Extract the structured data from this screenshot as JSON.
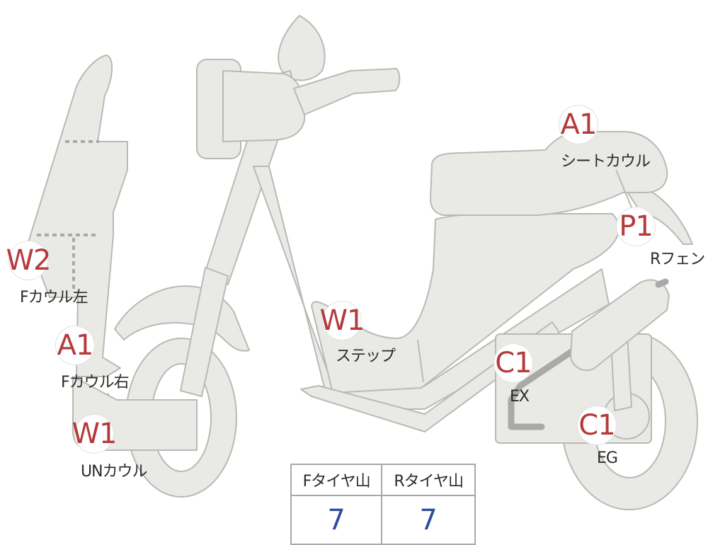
{
  "markers": [
    {
      "id": "w2-fcowl-left",
      "code": "W2",
      "label": "Fカウル左"
    },
    {
      "id": "a1-fcowl-right",
      "code": "A1",
      "label": "Fカウル右"
    },
    {
      "id": "w1-uncowl",
      "code": "W1",
      "label": "UNカウル"
    },
    {
      "id": "w1-step",
      "code": "W1",
      "label": "ステップ"
    },
    {
      "id": "a1-seat-cowl",
      "code": "A1",
      "label": "シートカウル"
    },
    {
      "id": "p1-rfender",
      "code": "P1",
      "label": "Rフェン"
    },
    {
      "id": "c1-ex",
      "code": "C1",
      "label": "EX"
    },
    {
      "id": "c1-eg",
      "code": "C1",
      "label": "EG"
    }
  ],
  "tire_table": {
    "headers": [
      "Fタイヤ山",
      "Rタイヤ山"
    ],
    "values": [
      "7",
      "7"
    ]
  },
  "colors": {
    "part_fill": "#e9e9e5",
    "part_stroke": "#b9b9b6",
    "marker_code": "#b53a3c",
    "table_value": "#2d4f9e"
  }
}
